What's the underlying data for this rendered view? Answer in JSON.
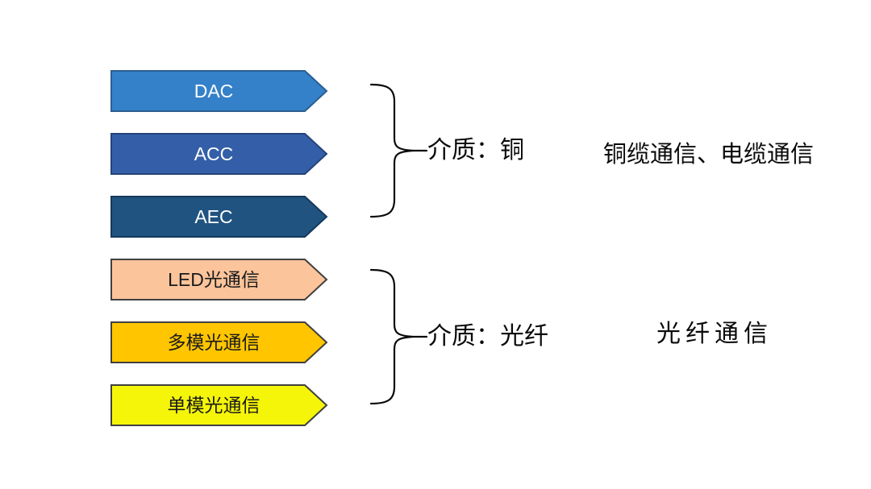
{
  "page": {
    "background": "#FFFFFF"
  },
  "groups": [
    {
      "name": "copper",
      "medium_label": "介质：铜",
      "category_label": "铜缆通信、电缆通信",
      "arrows": [
        {
          "label": "DAC",
          "fill": "#3481C9",
          "stroke": "#2B5F92",
          "text_color": "#FFFFFF"
        },
        {
          "label": "ACC",
          "fill": "#345FA8",
          "stroke": "#24437A",
          "text_color": "#FFFFFF"
        },
        {
          "label": "AEC",
          "fill": "#215380",
          "stroke": "#16395C",
          "text_color": "#FFFFFF"
        }
      ]
    },
    {
      "name": "fiber",
      "medium_label": "介质：光纤",
      "category_label": "光纤通信",
      "arrows": [
        {
          "label": "LED光通信",
          "fill": "#FBC49B",
          "stroke": "#404040",
          "text_color": "#1A1A1A"
        },
        {
          "label": "多模光通信",
          "fill": "#FFC600",
          "stroke": "#404040",
          "text_color": "#1A1A1A"
        },
        {
          "label": "单模光通信",
          "fill": "#F5F50A",
          "stroke": "#404040",
          "text_color": "#1A1A1A"
        }
      ]
    }
  ]
}
